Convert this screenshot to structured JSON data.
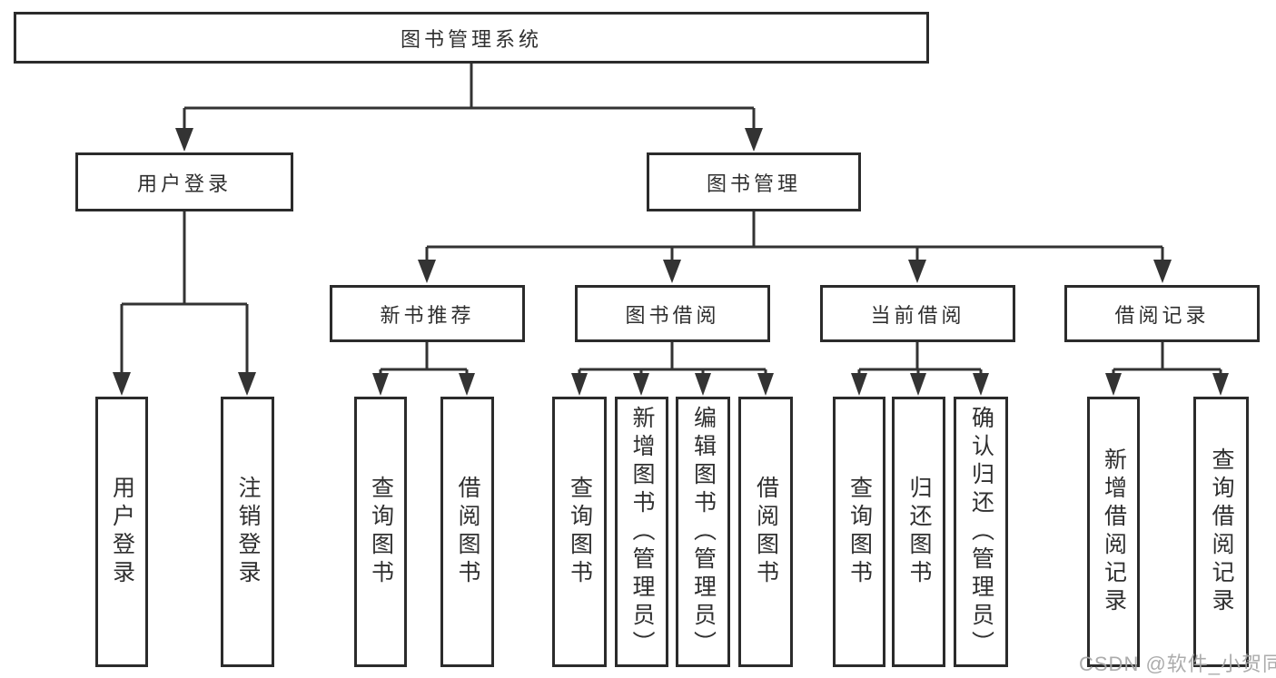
{
  "diagram_type": "functional-structure-tree",
  "colors": {
    "background": "#ffffff",
    "box_border": "#2b2b2b",
    "connector_line": "#333333",
    "text": "#2f2f2f",
    "watermark_text": "#a6a6a6"
  },
  "tree": {
    "label": "图书管理系统",
    "children": [
      {
        "label": "用户登录",
        "children": [
          {
            "label": "用户登录"
          },
          {
            "label": "注销登录"
          }
        ]
      },
      {
        "label": "图书管理",
        "children": [
          {
            "label": "新书推荐",
            "children": [
              {
                "label": "查询图书"
              },
              {
                "label": "借阅图书"
              }
            ]
          },
          {
            "label": "图书借阅",
            "children": [
              {
                "label": "查询图书"
              },
              {
                "label": "新增图书（管理员）"
              },
              {
                "label": "编辑图书（管理员）"
              },
              {
                "label": "借阅图书"
              }
            ]
          },
          {
            "label": "当前借阅",
            "children": [
              {
                "label": "查询图书"
              },
              {
                "label": "归还图书"
              },
              {
                "label": "确认归还（管理员）"
              }
            ]
          },
          {
            "label": "借阅记录",
            "children": [
              {
                "label": "新增借阅记录"
              },
              {
                "label": "查询借阅记录"
              }
            ]
          }
        ]
      }
    ]
  },
  "watermark": "CSDN @软件_小贺同学"
}
